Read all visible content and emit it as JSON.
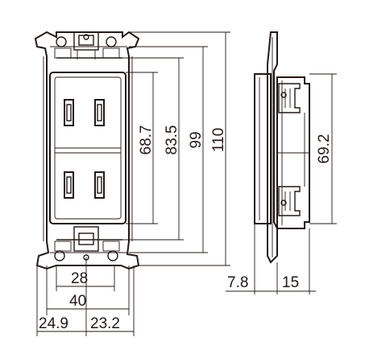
{
  "drawing": {
    "front_view": {
      "vertical_dims": [
        "68.7",
        "83.5",
        "99",
        "110"
      ],
      "horizontal_dims": [
        "28",
        "40",
        "24.9",
        "23.2"
      ]
    },
    "side_view": {
      "vertical_dims": [
        "69.2"
      ],
      "horizontal_dims": [
        "7.8",
        "15"
      ]
    }
  }
}
